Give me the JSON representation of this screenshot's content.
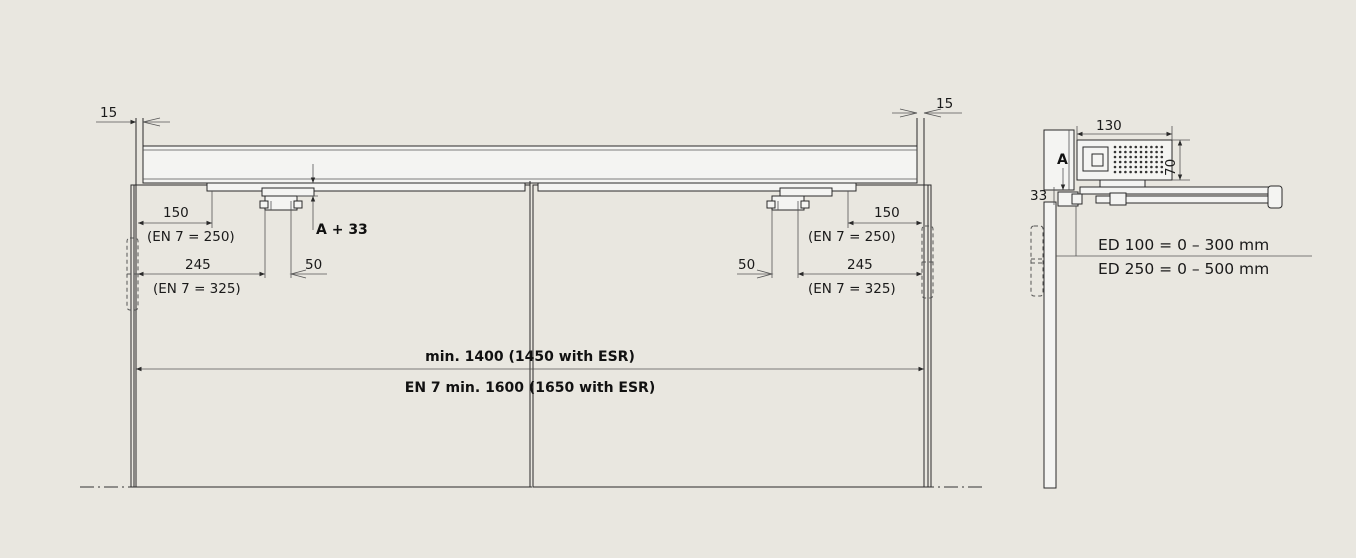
{
  "labels": {
    "left_gap": "15",
    "right_gap": "15",
    "left_150": "150",
    "left_150_en7": "(EN 7 = 250)",
    "left_245": "245",
    "left_245_en7": "(EN 7 = 325)",
    "left_50": "50",
    "a_plus_33": "A + 33",
    "right_150": "150",
    "right_150_en7": "(EN 7 = 250)",
    "right_245": "245",
    "right_245_en7": "(EN 7 = 325)",
    "right_50": "50",
    "min_width": "min. 1400 (1450 with ESR)",
    "min_width_en7": "EN 7 min. 1600 (1650 with ESR)"
  },
  "side_view": {
    "width_130": "130",
    "height_70": "70",
    "label_a": "A",
    "label_33": "33",
    "ed100": "ED 100 = 0 – 300 mm",
    "ed250": "ED 250 = 0 – 500 mm"
  }
}
